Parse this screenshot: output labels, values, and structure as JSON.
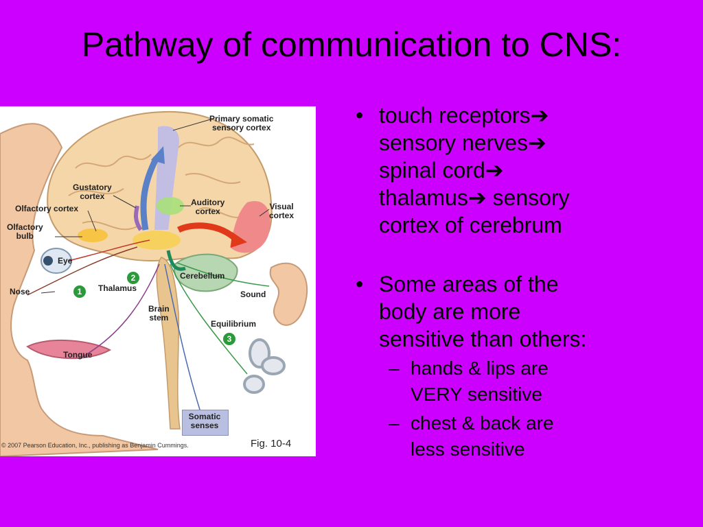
{
  "slide": {
    "title": "Pathway of communication to CNS:",
    "background_color": "#cc00ff"
  },
  "figure": {
    "labels": {
      "primary_somatic": "Primary somatic\nsensory cortex",
      "gustatory": "Gustatory\ncortex",
      "olfactory_cortex": "Olfactory cortex",
      "olfactory_bulb": "Olfactory\nbulb",
      "auditory": "Auditory\ncortex",
      "visual": "Visual\ncortex",
      "eye": "Eye",
      "nose": "Nose",
      "thalamus": "Thalamus",
      "cerebellum": "Cerebellum",
      "sound": "Sound",
      "brain_stem": "Brain\nstem",
      "equilibrium": "Equilibrium",
      "tongue": "Tongue",
      "somatic_senses": "Somatic\nsenses"
    },
    "badges": [
      "1",
      "2",
      "3"
    ],
    "copyright": "© 2007 Pearson Education, Inc., publishing as Benjamin Cummings.",
    "fig_number": "Fig. 10-4"
  },
  "bullets": [
    {
      "text": "touch receptors➔ sensory nerves➔ spinal cord➔ thalamus➔ sensory cortex of cerebrum",
      "lines": [
        "touch receptors➔",
        "sensory nerves➔",
        "spinal cord➔",
        "thalamus➔ sensory",
        "cortex of cerebrum"
      ],
      "sub": []
    },
    {
      "lines": [
        "Some areas of the",
        "body are more",
        "sensitive than others:"
      ],
      "sub": [
        {
          "lines": [
            "hands & lips are",
            "VERY sensitive"
          ]
        },
        {
          "lines": [
            "chest & back are",
            "less sensitive"
          ]
        }
      ]
    }
  ]
}
